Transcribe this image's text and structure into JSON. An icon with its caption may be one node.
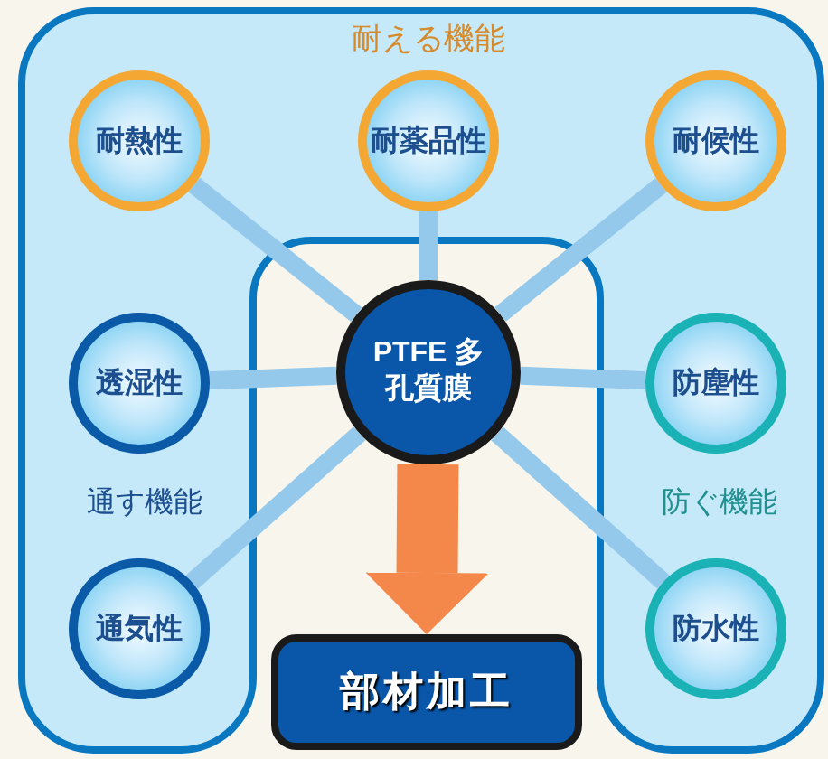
{
  "diagram": {
    "nodes": [
      {
        "text": [
          "耐熱性"
        ]
      },
      {
        "text": [
          "耐薬品性"
        ]
      },
      {
        "text": [
          "耐候性"
        ]
      },
      {
        "text": [
          "透湿性"
        ]
      },
      {
        "text": [
          "PTFE 多孔質膜"
        ]
      },
      {
        "text": [
          "防塵性"
        ]
      },
      {
        "text": [
          "通気性"
        ]
      },
      {
        "text": [
          "防水性"
        ]
      },
      {
        "text": [
          "部材加工"
        ]
      }
    ],
    "edges": [
      {
        "from": 4,
        "to": 0,
        "arrow": "none"
      },
      {
        "from": 4,
        "to": 1,
        "arrow": "none"
      },
      {
        "from": 4,
        "to": 2,
        "arrow": "none"
      },
      {
        "from": 4,
        "to": 3,
        "arrow": "none"
      },
      {
        "from": 4,
        "to": 5,
        "arrow": "none"
      },
      {
        "from": 4,
        "to": 6,
        "arrow": "none"
      },
      {
        "from": 4,
        "to": 7,
        "arrow": "none"
      },
      {
        "from": 4,
        "to": 8,
        "arrow": "to",
        "style": "thick",
        "color": "#f4874a"
      }
    ],
    "labels": [
      "耐える機能",
      "通す機能",
      "防ぐ機能"
    ]
  }
}
